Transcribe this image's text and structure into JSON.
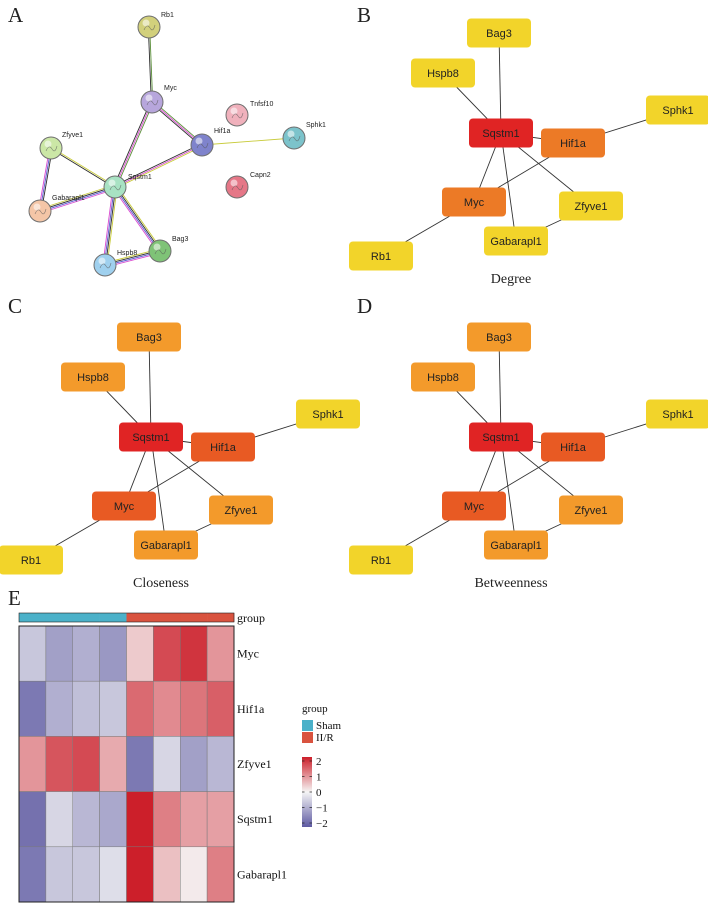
{
  "panels": {
    "A": {
      "label": "A"
    },
    "B": {
      "label": "B",
      "caption": "Degree"
    },
    "C": {
      "label": "C",
      "caption": "Closeness"
    },
    "D": {
      "label": "D",
      "caption": "Betweenness"
    },
    "E": {
      "label": "E"
    }
  },
  "string_network": {
    "nodes": [
      {
        "id": "Rb1",
        "color": "#d2d07c"
      },
      {
        "id": "Myc",
        "color": "#b7a6dc"
      },
      {
        "id": "Tnfsf10",
        "color": "#f0b1bc"
      },
      {
        "id": "Hif1a",
        "color": "#7f83cc"
      },
      {
        "id": "Sphk1",
        "color": "#7cc3cb"
      },
      {
        "id": "Zfyve1",
        "color": "#cbe7a6"
      },
      {
        "id": "Sqstm1",
        "color": "#a8e2c3"
      },
      {
        "id": "Capn2",
        "color": "#e57787"
      },
      {
        "id": "Gabarapl1",
        "color": "#f4c6a7"
      },
      {
        "id": "Bag3",
        "color": "#7fc377"
      },
      {
        "id": "Hspb8",
        "color": "#9fd0ee"
      }
    ]
  },
  "hub_networks": {
    "genes": [
      "Bag3",
      "Hspb8",
      "Sqstm1",
      "Hif1a",
      "Sphk1",
      "Myc",
      "Zfyve1",
      "Gabarapl1",
      "Rb1"
    ],
    "degree": {
      "Bag3": "#f2d42a",
      "Hspb8": "#f2d42a",
      "Sqstm1": "#e02424",
      "Hif1a": "#ec7a26",
      "Sphk1": "#f2d42a",
      "Myc": "#ec7a26",
      "Zfyve1": "#f2d42a",
      "Gabarapl1": "#f2d42a",
      "Rb1": "#f2d42a"
    },
    "closeness": {
      "Bag3": "#f39a2b",
      "Hspb8": "#f39a2b",
      "Sqstm1": "#e02424",
      "Hif1a": "#e85a23",
      "Sphk1": "#f2d42a",
      "Myc": "#e85a23",
      "Zfyve1": "#f39a2b",
      "Gabarapl1": "#f39a2b",
      "Rb1": "#f2d42a"
    },
    "betweenness": {
      "Bag3": "#f39a2b",
      "Hspb8": "#f39a2b",
      "Sqstm1": "#e02424",
      "Hif1a": "#e85a23",
      "Sphk1": "#f2d42a",
      "Myc": "#e85a23",
      "Zfyve1": "#f39a2b",
      "Gabarapl1": "#f39a2b",
      "Rb1": "#f2d42a"
    }
  },
  "chart_data": {
    "type": "heatmap",
    "group_label": "group",
    "rows": [
      "Myc",
      "Hif1a",
      "Zfyve1",
      "Sqstm1",
      "Gabarapl1"
    ],
    "columns_group": [
      "Sham",
      "Sham",
      "Sham",
      "Sham",
      "II/R",
      "II/R",
      "II/R",
      "II/R"
    ],
    "values": [
      [
        -0.6,
        -1.1,
        -0.9,
        -1.2,
        0.4,
        1.6,
        1.8,
        0.9
      ],
      [
        -1.6,
        -0.9,
        -0.7,
        -0.6,
        1.3,
        1.0,
        1.2,
        1.4
      ],
      [
        0.9,
        1.5,
        1.6,
        0.7,
        -1.6,
        -0.4,
        -1.1,
        -0.8
      ],
      [
        -1.7,
        -0.4,
        -0.8,
        -1.0,
        2.0,
        1.1,
        0.8,
        0.8
      ],
      [
        -1.6,
        -0.6,
        -0.6,
        -0.3,
        2.0,
        0.5,
        0.1,
        1.1
      ]
    ],
    "legend": {
      "group_title": "group",
      "groups": [
        {
          "name": "Sham",
          "color": "#4bb1c9"
        },
        {
          "name": "II/R",
          "color": "#d9533f"
        }
      ],
      "scale_ticks": [
        "2",
        "1",
        "0",
        "−1",
        "−2"
      ],
      "scale_range": [
        -2,
        2
      ],
      "colors": {
        "low": "#5e5aa2",
        "mid": "#f5f5f5",
        "high": "#cc1f2a"
      }
    }
  }
}
